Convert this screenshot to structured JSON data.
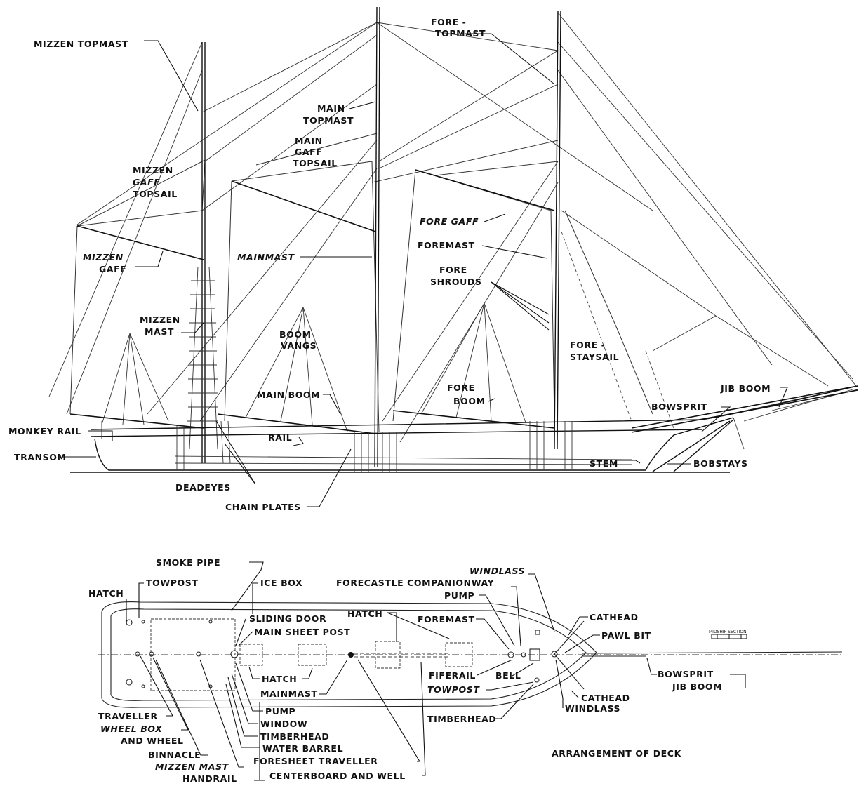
{
  "labels": {
    "mizzen_topmast": "MIZZEN TOPMAST",
    "fore_topmast_1": "FORE -",
    "fore_topmast_2": "TOPMAST",
    "main_topmast_1": "MAIN",
    "main_topmast_2": "TOPMAST",
    "main_gaff_topsail_1": "MAIN",
    "main_gaff_topsail_2": "GAFF",
    "main_gaff_topsail_3": "TOPSAIL",
    "mizzen_gaff_topsail_1": "MIZZEN",
    "mizzen_gaff_topsail_2": "GAFF",
    "mizzen_gaff_topsail_3": "TOPSAIL",
    "fore_gaff": "FORE GAFF",
    "foremast": "FOREMAST",
    "mizzen_gaff_1": "MIZZEN",
    "mizzen_gaff_2": "GAFF",
    "mainmast": "MAINMAST",
    "fore_shrouds_1": "FORE",
    "fore_shrouds_2": "SHROUDS",
    "mizzen_mast_1": "MIZZEN",
    "mizzen_mast_2": "MAST",
    "boom_vangs_1": "BOOM",
    "boom_vangs_2": "VANGS",
    "fore_staysail_1": "FORE -",
    "fore_staysail_2": "STAYSAIL",
    "fore_boom_1": "FORE",
    "fore_boom_2": "BOOM",
    "jib_boom": "JIB BOOM",
    "main_boom": "MAIN BOOM",
    "bowsprit": "BOWSPRIT",
    "monkey_rail": "MONKEY RAIL",
    "rail": "RAIL",
    "transom": "TRANSOM",
    "stem": "STEM",
    "bobstays": "BOBSTAYS",
    "deadeyes": "DEADEYES",
    "chain_plates": "CHAIN PLATES"
  },
  "deck_labels": {
    "smoke_pipe": "SMOKE PIPE",
    "windlass_top": "WINDLASS",
    "towpost_top": "TOWPOST",
    "ice_box": "ICE BOX",
    "forecastle_companionway": "FORECASTLE COMPANIONWAY",
    "hatch_left": "HATCH",
    "pump_top": "PUMP",
    "sliding_door": "SLIDING DOOR",
    "hatch_mid": "HATCH",
    "foremast": "FOREMAST",
    "cathead_top": "CATHEAD",
    "main_sheet_post": "MAIN SHEET POST",
    "pawl_bit": "PAWL BIT",
    "midship_section_1": "MIDSHIP SECTION",
    "fiferail": "FIFERAIL",
    "bell": "BELL",
    "hatch_lower": "HATCH",
    "bowsprit": "BOWSPRIT",
    "jib_boom": "JIB BOOM",
    "towpost_lower": "TOWPOST",
    "mainmast": "MAINMAST",
    "cathead_lower": "CATHEAD",
    "windlass_lower": "WINDLASS",
    "traveller": "TRAVELLER",
    "pump_lower": "PUMP",
    "timberhead_right": "TIMBERHEAD",
    "wheel_box_1": "WHEEL BOX",
    "wheel_box_2": "AND WHEEL",
    "window": "WINDOW",
    "timberhead_left": "TIMBERHEAD",
    "binnacle": "BINNACLE",
    "water_barrel": "WATER BARREL",
    "arrangement_of_deck": "ARRANGEMENT OF DECK",
    "mizzen_mast": "MIZZEN MAST",
    "foresheet_traveller": "FORESHEET TRAVELLER",
    "handrail": "HANDRAIL",
    "centerboard_and_well": "CENTERBOARD AND WELL"
  }
}
